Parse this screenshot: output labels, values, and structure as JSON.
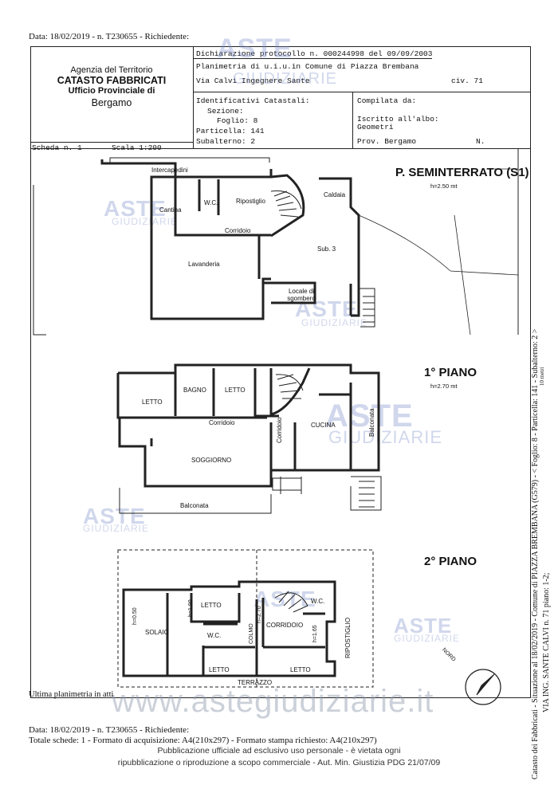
{
  "header_top": "Data: 18/02/2019 - n. T230655 - Richiedente:",
  "agency": {
    "line1": "Agenzia del Territorio",
    "line2": "CATASTO FABBRICATI",
    "line3": "Ufficio Provinciale di",
    "line4": "Bergamo"
  },
  "declaration": {
    "protocol": "Dichiarazione protocollo n. 000244998 del 09/09/2003",
    "planimetry": "Planimetria di u.i.u.in Comune di Piazza Brembana",
    "address": "Via Calvi Ingegnere Sante",
    "civic": "civ. 71"
  },
  "identifiers": {
    "title": "Identificativi Catastali:",
    "sezione": "Sezione:",
    "foglio": "Foglio: 8",
    "particella": "Particella: 141",
    "subalterno": "Subalterno: 2"
  },
  "compiled": {
    "title": "Compilata da:",
    "iscritto": "Iscritto all'albo:",
    "geometri": "Geometri",
    "prov": "Prov. Bergamo",
    "n": "N."
  },
  "scheda": "Scheda n. 1",
  "scala": "Scala 1:200",
  "floors": {
    "seminterrato": {
      "title": "P. SEMINTERRATO (S1)",
      "height": "h=2.50 mt",
      "rooms": [
        "Intercapedini",
        "Cantina",
        "W.C.",
        "Ripostiglio",
        "Corridoio",
        "Caldaia",
        "Lavanderia",
        "Sub. 3",
        "Locale di sgombero"
      ]
    },
    "primo": {
      "title": "1° PIANO",
      "height": "h=2.70 mt",
      "rooms": [
        "LETTO",
        "BAGNO",
        "LETTO",
        "Corridoio",
        "Corridoio",
        "CUCINA",
        "Balconata",
        "SOGGIORNO",
        "Balconata"
      ]
    },
    "secondo": {
      "title": "2° PIANO",
      "rooms": [
        "LETTO",
        "CORRIDOIO",
        "W.C.",
        "SOLAIO",
        "W.C.",
        "LETTO",
        "LETTO",
        "RIPOSTIGLIO",
        "TERRAZZO"
      ],
      "heights": [
        "h=0.50",
        "h=1.90",
        "h=2.70",
        "h=1.65",
        "COLMO"
      ]
    }
  },
  "north": "NORD",
  "watermark": {
    "aste": "ASTE",
    "giudiziarie": "GIUDIZIARIE",
    "site": "www.astegiudiziarie.it"
  },
  "side_text": {
    "line1": "Catasto dei Fabbricati - Situazione al 18/02/2019 - Comune di PIAZZA BREMBANA (G579) - < Foglio: 8 - Particella: 141 - Subalterno: 2 >",
    "line2": "VIA ING. SANTE CALVI n. 71 piano: 1-2;"
  },
  "side_small": "10 metri",
  "bottom": {
    "ultima": "Ultima planimetria in atti",
    "data": "Data: 18/02/2019 - n. T230655 - Richiedente:",
    "totale": "Totale schede: 1 - Formato di acquisizione: A4(210x297) - Formato stampa richiesto: A4(210x297)",
    "footer1": "Pubblicazione ufficiale ad esclusivo uso personale - è vietata ogni",
    "footer2": "ripubblicazione o riproduzione a scopo commerciale - Aut. Min. Giustizia PDG 21/07/09"
  }
}
